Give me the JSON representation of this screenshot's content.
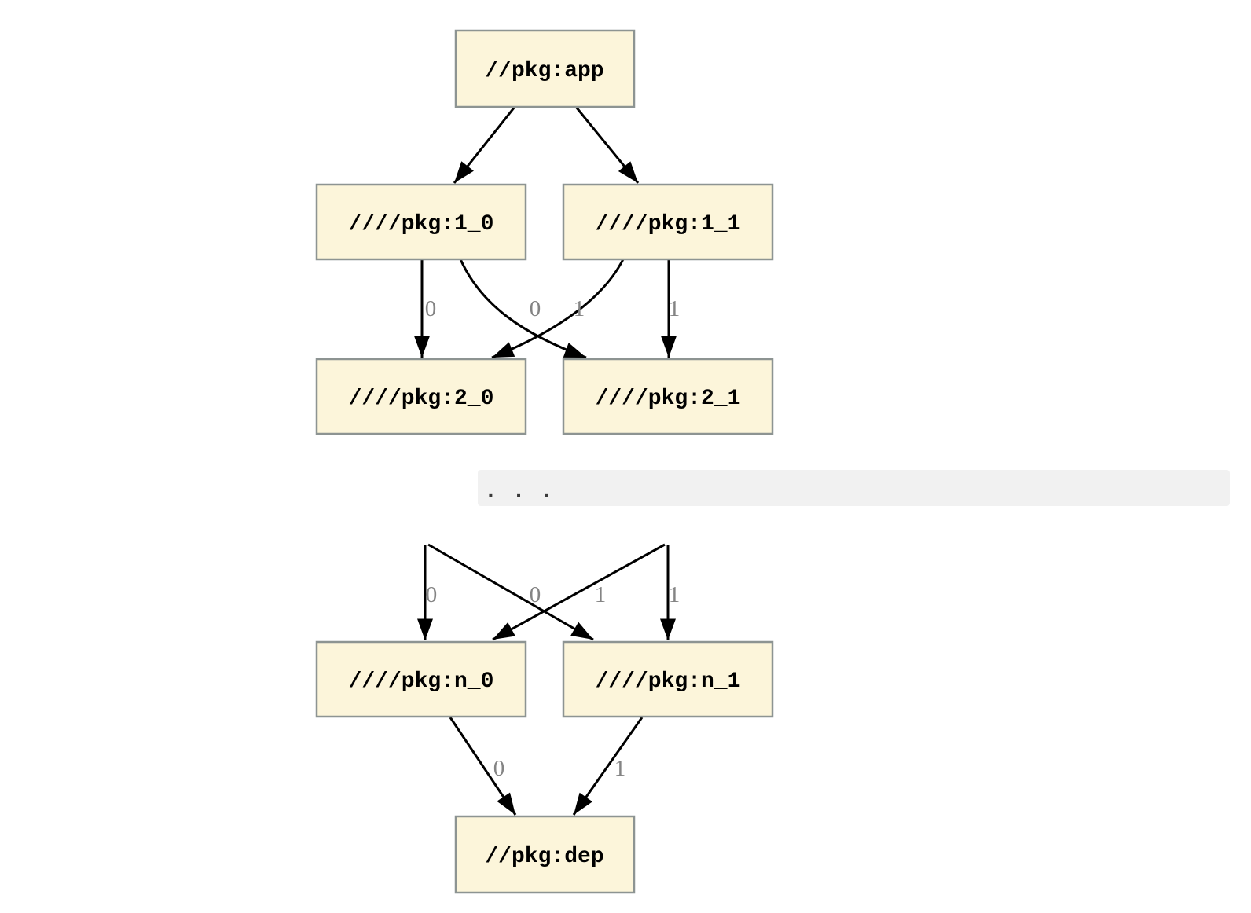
{
  "diagram": {
    "type": "dependency-graph",
    "ellipsis_label": ". . .",
    "nodes": [
      {
        "id": "app",
        "label": "//pkg:app"
      },
      {
        "id": "pkg1_0",
        "label": "////pkg:1_0"
      },
      {
        "id": "pkg1_1",
        "label": "////pkg:1_1"
      },
      {
        "id": "pkg2_0",
        "label": "////pkg:2_0"
      },
      {
        "id": "pkg2_1",
        "label": "////pkg:2_1"
      },
      {
        "id": "pkgn_0",
        "label": "////pkg:n_0"
      },
      {
        "id": "pkgn_1",
        "label": "////pkg:n_1"
      },
      {
        "id": "dep",
        "label": "//pkg:dep"
      }
    ],
    "edges": [
      {
        "from": "app",
        "to": "pkg1_0",
        "label": ""
      },
      {
        "from": "app",
        "to": "pkg1_1",
        "label": ""
      },
      {
        "from": "pkg1_0",
        "to": "pkg2_0",
        "label": "0"
      },
      {
        "from": "pkg1_1",
        "to": "pkg2_0",
        "label": "0"
      },
      {
        "from": "pkg1_0",
        "to": "pkg2_1",
        "label": "1"
      },
      {
        "from": "pkg1_1",
        "to": "pkg2_1",
        "label": "1"
      },
      {
        "from": "ellipsis",
        "to": "pkgn_0",
        "label": "0"
      },
      {
        "from": "ellipsis",
        "to": "pkgn_0",
        "label": "0"
      },
      {
        "from": "ellipsis",
        "to": "pkgn_1",
        "label": "1"
      },
      {
        "from": "ellipsis",
        "to": "pkgn_1",
        "label": "1"
      },
      {
        "from": "pkgn_0",
        "to": "dep",
        "label": "0"
      },
      {
        "from": "pkgn_1",
        "to": "dep",
        "label": "1"
      }
    ]
  },
  "theme": {
    "node_fill": "#fcf5da",
    "node_border": "#8d9492",
    "node_text": "#000000",
    "edge_color": "#000000",
    "edge_label_color": "#848484",
    "band_fill": "#f1f1f1",
    "ellipsis_color": "#3a3a3a"
  }
}
